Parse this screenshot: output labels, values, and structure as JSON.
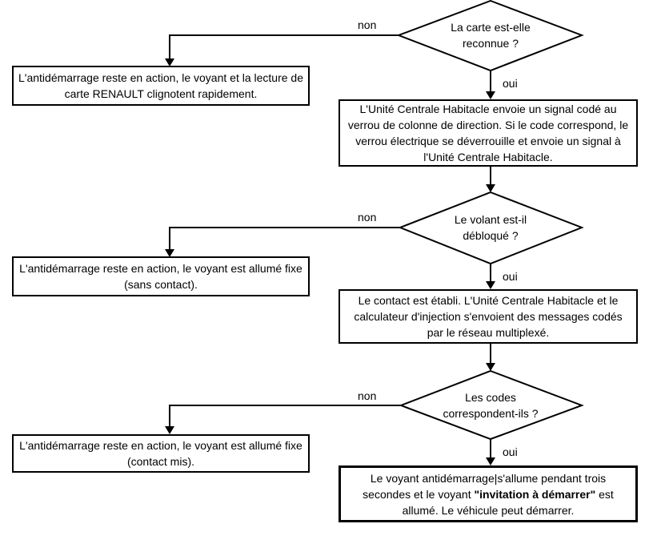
{
  "meta": {
    "background_color": "#ffffff",
    "line_color": "#000000",
    "text_color": "#000000",
    "diagram_type": "flowchart"
  },
  "flowchart": {
    "decisions": [
      {
        "question": "La carte est-elle\nreconnue ?",
        "no_label": "non",
        "yes_label": "oui"
      },
      {
        "question": "Le volant est-il\ndébloqué ?",
        "no_label": "non",
        "yes_label": "oui"
      },
      {
        "question": "Les codes\ncorrespondent-ils ?",
        "no_label": "non",
        "yes_label": "oui"
      }
    ],
    "no_boxes": [
      {
        "text": "L'antidémarrage reste en action, le voyant et la lecture de carte RENAULT clignotent rapidement."
      },
      {
        "text": "L'antidémarrage reste en action, le voyant est allumé fixe (sans contact)."
      },
      {
        "text": "L'antidémarrage reste en action, le voyant est allumé fixe (contact mis)."
      }
    ],
    "yes_boxes": [
      {
        "text": "L'Unité Centrale Habitacle envoie un signal codé au verrou de colonne de direction. Si le code correspond, le verrou électrique se déverrouille et envoie un signal à l'Unité Centrale Habitacle."
      },
      {
        "text": "Le contact est établi. L'Unité Centrale Habitacle et le calculateur d'injection s'envoient des messages codés par le réseau multiplexé."
      },
      {
        "text_prefix": "Le voyant antidémarrage",
        "cursor": "|",
        "text_middle": "s'allume pendant trois secondes et le voyant ",
        "text_bold": "\"invitation à démarrer\"",
        "text_suffix": " est allumé. Le véhicule peut démarrer."
      }
    ]
  }
}
